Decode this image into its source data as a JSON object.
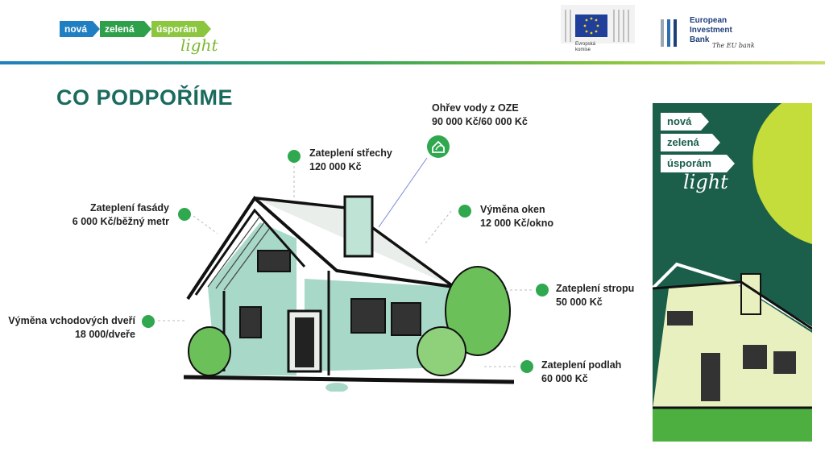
{
  "header": {
    "logo_words": [
      "nová",
      "zelená",
      "úsporám"
    ],
    "logo_light": "light",
    "eu_label": "Evropská komise",
    "eib_name": [
      "European",
      "Investment",
      "Bank"
    ],
    "eib_tagline": "The EU bank"
  },
  "title": "CO PODPOŘÍME",
  "items": [
    {
      "name": "Ohřev vody z OZE",
      "value": "90 000 Kč/60 000 Kč"
    },
    {
      "name": "Zateplení střechy",
      "value": "120 000 Kč"
    },
    {
      "name": "Zateplení fasády",
      "value": "6 000 Kč/běžný metr"
    },
    {
      "name": "Výměna oken",
      "value": "12 000 Kč/okno"
    },
    {
      "name": "Zateplení stropu",
      "value": "50 000 Kč"
    },
    {
      "name": "Výměna vchodových dveří",
      "value": "18 000/dveře"
    },
    {
      "name": "Zateplení podlah",
      "value": "60 000 Kč"
    }
  ],
  "banner": {
    "words": [
      "nová",
      "zelená",
      "úsporám"
    ],
    "light": "light"
  },
  "colors": {
    "title": "#1b6a5e",
    "dot": "#2fa84f",
    "banner_bg": "#1b5e4a",
    "banner_accent": "#c5dd3a"
  },
  "icons": [
    "house-leaf-icon",
    "eu-flag-icon",
    "eib-logo-icon"
  ]
}
